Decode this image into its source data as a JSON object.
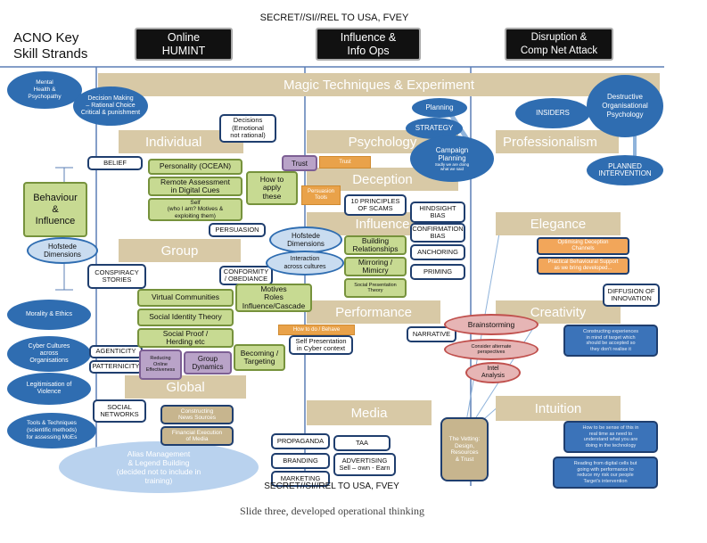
{
  "top_classification": "SECRET//SI//REL TO USA, FVEY",
  "bottom_classification": "SECRET//SI//REL TO USA, FVEY",
  "title": "ACNO Key\nSkill Strands",
  "headers": [
    "Online\nHUMINT",
    "Influence &\nInfo Ops",
    "Disruption &\nComp Net Attack"
  ],
  "bands": {
    "magic": "Magic Techniques & Experiment",
    "individual": "Individual",
    "group": "Group",
    "global": "Global",
    "psychology": "Psychology",
    "deception": "Deception",
    "influence": "Influence",
    "performance": "Performance",
    "media": "Media",
    "professionalism": "Professionalism",
    "elegance": "Elegance",
    "creativity": "Creativity",
    "intuition": "Intuition"
  },
  "blue_clouds": {
    "mental_health": "Mental\nHealth &\nPsychopathy",
    "decision_making": "Decision Making\n– Rational Choice\nCritical & punishment",
    "morality": "Morality & Ethics",
    "cyber_cultures": "Cyber Cultures\nacross\nOrganisations",
    "legitimisation": "Legitimisation of\nViolence",
    "tools": "Tools & Techniques\n(scientific methods)\nfor assessing MoEs",
    "planning": "Planning",
    "strategy": "STRATEGY",
    "campaign": "Campaign\nPlanning",
    "campaign_sub": "Sadly we are doing\nwhat we said",
    "insiders": "INSIDERS",
    "destructive": "Destructive\nOrganisational\nPsychology",
    "planned": "PLANNED\nINTERVENTION",
    "alias": "Alias Management\n& Legend Building\n(decided not to include in\ntraining)"
  },
  "white_boxes": {
    "decisions": "Decisions\n(Emotional\nnot rational)",
    "belief": "BELIEF",
    "persuasion": "PERSUASION",
    "conspiracy": "CONSPIRACY\nSTORIES",
    "conformity": "CONFORMITY\n/ OBEDIANCE",
    "agenticity": "AGENTICITY",
    "patternicity": "PATTERNICITY",
    "social_networks": "SOCIAL\nNETWORKS",
    "ten_principles": "10 PRINCIPLES\nOF SCAMS",
    "hindsight": "HINDSIGHT\nBIAS",
    "confirmation": "CONFIRMATION\nBIAS",
    "anchoring": "ANCHORING",
    "priming": "PRIMING",
    "narrative": "NARRATIVE",
    "self_presentation": "Self Presentation\nin Cyber context",
    "propaganda": "PROPAGANDA",
    "taa": "TAA",
    "branding": "BRANDING",
    "advertising": "ADVERTISING\nSell – own - Earn",
    "marketing": "MARKETING",
    "diffusion": "DIFFUSION OF\nINNOVATION"
  },
  "green_boxes": {
    "behaviour": "Behaviour\n&\nInfluence",
    "personality": "Personality (OCEAN)",
    "remote": "Remote Assessment\nin Digital Cues",
    "self": "Self\n(who I am? Motives &\nexploiting them)",
    "how_to_apply": "How to\napply\nthese",
    "virtual": "Virtual Communities",
    "sit": "Social Identity Theory",
    "social_proof": "Social Proof /\nHerding etc",
    "motives": "Motives\nRoles\nInfluence/Cascade",
    "becoming": "Becoming /\nTargeting",
    "building": "Building\nRelationships",
    "mirroring": "Mirroring /\nMimicry",
    "social_pres": "Social Presentation\nTheory"
  },
  "purple_boxes": {
    "trust": "Trust",
    "reducing": "Reducing\nOnline\nEffectiveness",
    "group_dyn": "Group\nDynamics"
  },
  "light_blue_ellipses": {
    "hofstede_left": "Hofstede\nDimensions",
    "hofstede_center": "Hofstede\nDimensions",
    "interaction": "Interaction\nacross cultures"
  },
  "orange_boxes": {
    "trust_tag": "Trust",
    "persuasion_tools": "Persuasion\nTools",
    "how_to_do": "How to do / Behave",
    "optimising": "Optimising Deception\nChannels",
    "practical": "Practical Behavioural Support\nas we bring developed..."
  },
  "red_ellipses": {
    "brainstorming": "Brainstorming",
    "consider": "Consider alternate\nperspectives",
    "intel": "Intel\nAnalysis"
  },
  "tan_boxes": {
    "constructing": "Constructing\nNews Sources",
    "financial": "Financial Execution\nof Media",
    "vetting": "The Vetting:\nDesign,\nResources\n& Trust"
  },
  "blue_rect_notes": {
    "creativity_note": "Constructing experiences\nin mind of target which\nshould be accepted so\nthey don't realise it",
    "intuition_note1": "How to be sense of this in\nreal time as need to\nunderstand what you are\ndoing in the technology",
    "intuition_note2": "Reading from digital cells but\ngoing with performance to\nreduce my risk our people\nTarget's intervention"
  },
  "caption": "Slide three, developed operational thinking",
  "colors": {
    "band": "#d8c9a6",
    "navy_border": "#1f3e6e",
    "green_fill": "#c7da92",
    "cloud_blue": "#2f6db1"
  }
}
